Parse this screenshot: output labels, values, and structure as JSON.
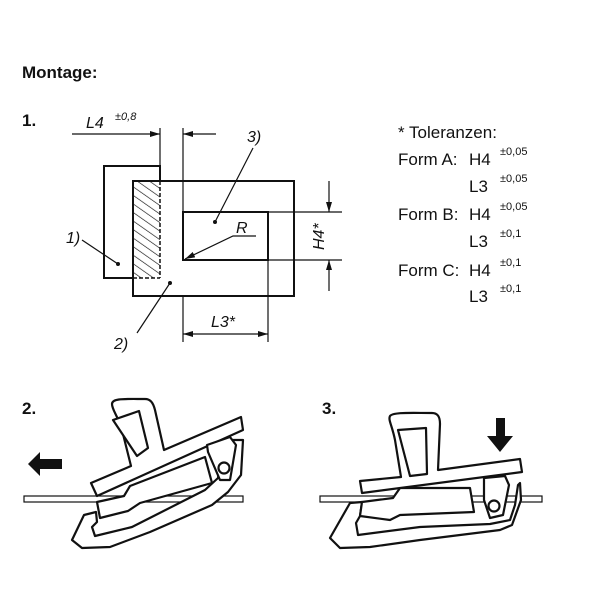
{
  "heading": "Montage:",
  "steps": {
    "step1": "1.",
    "step2": "2.",
    "step3": "3."
  },
  "drawing1": {
    "l4_label": "L4",
    "l4_tolerance": "±0,8",
    "l3_label": "L3*",
    "h4_label": "H4*",
    "r_label": "R",
    "callout1": "1)",
    "callout2": "2)",
    "callout3": "3)"
  },
  "tolerances": {
    "title": "* Toleranzen:",
    "rows": [
      {
        "form": "Form A:",
        "h4": "H4",
        "h4_tol": "±0,05",
        "l3": "L3",
        "l3_tol": "±0,05"
      },
      {
        "form": "Form B:",
        "h4": "H4",
        "h4_tol": "±0,05",
        "l3": "L3",
        "l3_tol": "±0,1"
      },
      {
        "form": "Form C:",
        "h4": "H4",
        "h4_tol": "±0,1",
        "l3": "L3",
        "l3_tol": "±0,1"
      }
    ]
  },
  "colors": {
    "fill_gray": "#e6e6e6",
    "ink": "#111111"
  }
}
